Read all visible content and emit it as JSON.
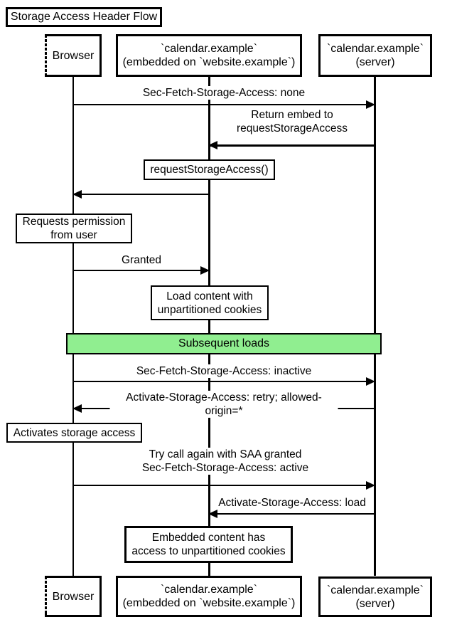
{
  "diagram": {
    "title": "Storage Access Header Flow",
    "actors": {
      "browser": {
        "label": "Browser"
      },
      "embed": {
        "label": "`calendar.example`\n(embedded on `website.example`)"
      },
      "server": {
        "label": "`calendar.example`\n(server)"
      }
    },
    "messages": {
      "m1": "Sec-Fetch-Storage-Access: none",
      "m2": "Return embed to\nrequestStorageAccess",
      "m4": "Granted",
      "m5": "Sec-Fetch-Storage-Access: inactive",
      "m6": "Activate-Storage-Access: retry; allowed-origin=*",
      "m7": "Try call again with SAA granted\nSec-Fetch-Storage-Access: active",
      "m8": "Activate-Storage-Access: load"
    },
    "notes": {
      "request_saa": "requestStorageAccess()",
      "requests_permission": "Requests permission\nfrom user",
      "load_content": "Load content with\nunpartitioned cookies",
      "activates": "Activates storage access",
      "embedded_access": "Embedded content has\naccess to unpartitioned cookies"
    },
    "section": {
      "label": "Subsequent loads",
      "fill": "#90ee90"
    },
    "colors": {
      "stroke": "#000000",
      "label_bg": "#ffffff",
      "background": "#ffffff"
    }
  }
}
